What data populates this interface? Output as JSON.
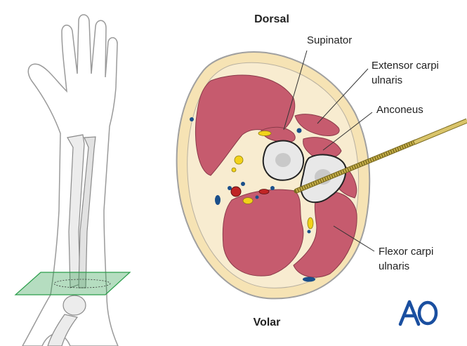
{
  "orientation": {
    "top": "Dorsal",
    "bottom": "Volar"
  },
  "labels": {
    "supinator": "Supinator",
    "extensor_line1": "Extensor carpi",
    "extensor_line2": "ulnaris",
    "anconeus": "Anconeus",
    "flexor_line1": "Flexor carpi",
    "flexor_line2": "ulnaris"
  },
  "logo": {
    "text": "AO",
    "color": "#1a4fa0"
  },
  "colors": {
    "muscle": "#c65b6e",
    "fascia": "#f6e3b4",
    "bone": "#e8e8e8",
    "plane": "#2a9d4a",
    "vein": "#1b4f8a",
    "artery": "#c02525",
    "nerve": "#f2d21a",
    "pin": "#c9b24a"
  },
  "icons": {
    "arm": "forearm-skeleton-icon",
    "logo": "ao-logo-icon"
  }
}
